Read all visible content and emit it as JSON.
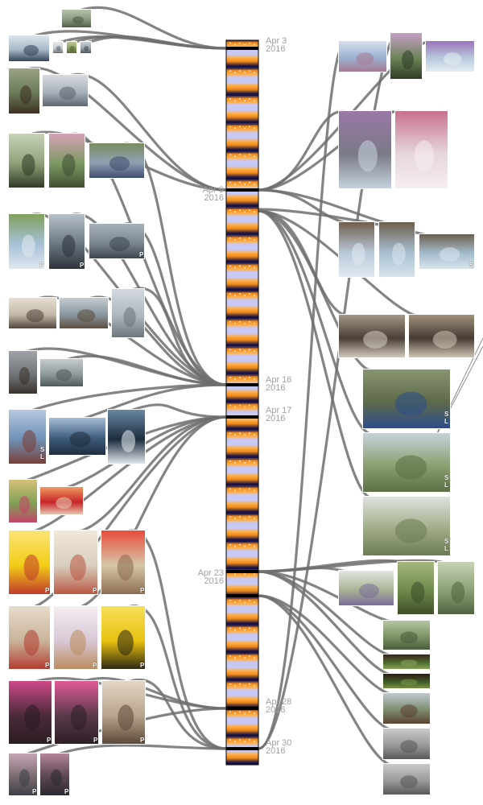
{
  "timeline": {
    "dates": [
      {
        "text": "Apr  3\n2016"
      },
      {
        "text": "Apr  9\n2016"
      },
      {
        "text": "Apr 16\n2016"
      },
      {
        "text": "Apr 17\n2016"
      },
      {
        "text": "Apr 23\n2016"
      },
      {
        "text": "Apr 28\n2016"
      },
      {
        "text": "Apr 30\n2016"
      }
    ],
    "badges": [
      "SL",
      "P",
      "S"
    ]
  },
  "colors": {
    "orange": "#f08a1a",
    "lavender": "#c8c8f4",
    "navy": "#1a1446",
    "connector": "#6f6f6f"
  },
  "photos": [
    {
      "subject": "birds-on-branch"
    },
    {
      "subject": "tree-swallows-pair"
    },
    {
      "subject": "small-birds-row"
    },
    {
      "subject": "reeds-bird"
    },
    {
      "subject": "swallow-on-branch"
    },
    {
      "subject": "birdhouse"
    },
    {
      "subject": "pier-fog"
    },
    {
      "subject": "tree-blossoms-bird"
    },
    {
      "subject": "girl-bike"
    },
    {
      "subject": "family-bike"
    },
    {
      "subject": "park-cyclist"
    },
    {
      "subject": "rocky-shore"
    },
    {
      "subject": "stormy-sea"
    },
    {
      "subject": "boat-man"
    },
    {
      "subject": "person-seaside"
    },
    {
      "subject": "ships-horizon"
    },
    {
      "subject": "sea-lion-rocks"
    },
    {
      "subject": "seal-water"
    },
    {
      "subject": "temple-reflection"
    },
    {
      "subject": "boat-window"
    },
    {
      "subject": "boat-deck"
    },
    {
      "subject": "girl-playground"
    },
    {
      "subject": "girl-red-slide"
    },
    {
      "subject": "boy-yellow-slide"
    },
    {
      "subject": "girl-eating"
    },
    {
      "subject": "kids-table"
    },
    {
      "subject": "man-kids-eating"
    },
    {
      "subject": "cupcakes"
    },
    {
      "subject": "kids-yellow-tube"
    },
    {
      "subject": "girl-pink"
    },
    {
      "subject": "girl-pink-small"
    },
    {
      "subject": "girl-small"
    },
    {
      "subject": "cherry-street"
    },
    {
      "subject": "house-blossoms"
    },
    {
      "subject": "blossom-avenue"
    },
    {
      "subject": "path-blossoms"
    },
    {
      "subject": "tower-blossoms"
    },
    {
      "subject": "tower-block"
    },
    {
      "subject": "pink-flower"
    },
    {
      "subject": "branch-sky"
    },
    {
      "subject": "branches-1"
    },
    {
      "subject": "branches-2"
    },
    {
      "subject": "sparrow-nest-1"
    },
    {
      "subject": "sparrow-nest-2"
    },
    {
      "subject": "tree-swallow-post"
    },
    {
      "subject": "kids-pond"
    },
    {
      "subject": "trail-field"
    },
    {
      "subject": "girl-field"
    },
    {
      "subject": "bird-grass"
    },
    {
      "subject": "pond-reeds"
    },
    {
      "subject": "lake-reeds"
    },
    {
      "subject": "dark-flower-1"
    },
    {
      "subject": "dark-flower-2"
    },
    {
      "subject": "cabin-lake"
    }
  ]
}
